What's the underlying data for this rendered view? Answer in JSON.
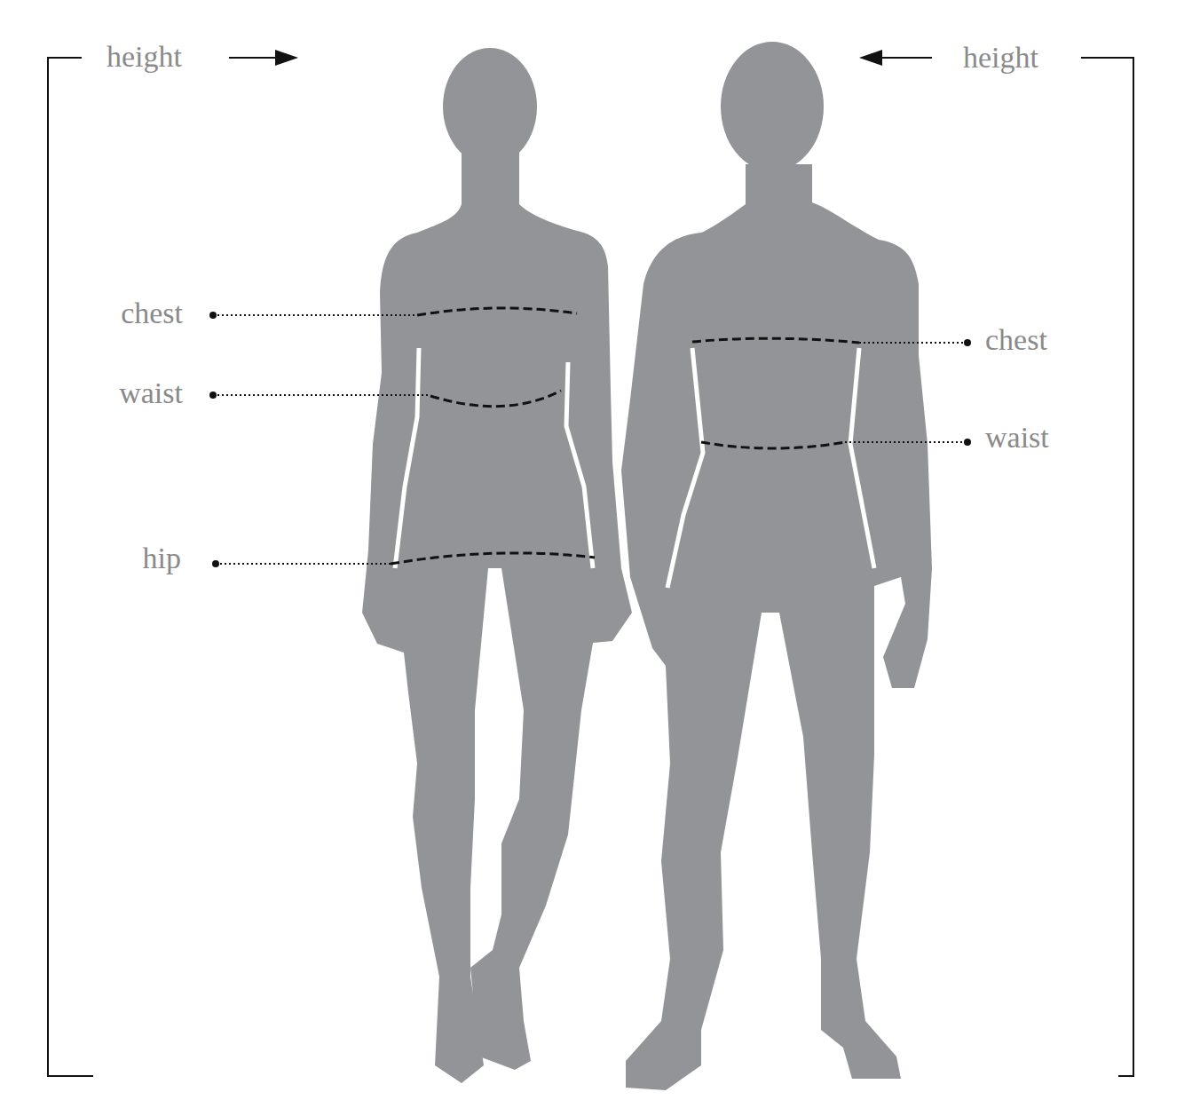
{
  "diagram": {
    "labels": [
      "height",
      "chest",
      "waist",
      "hip",
      "height",
      "chest",
      "waist"
    ]
  }
}
